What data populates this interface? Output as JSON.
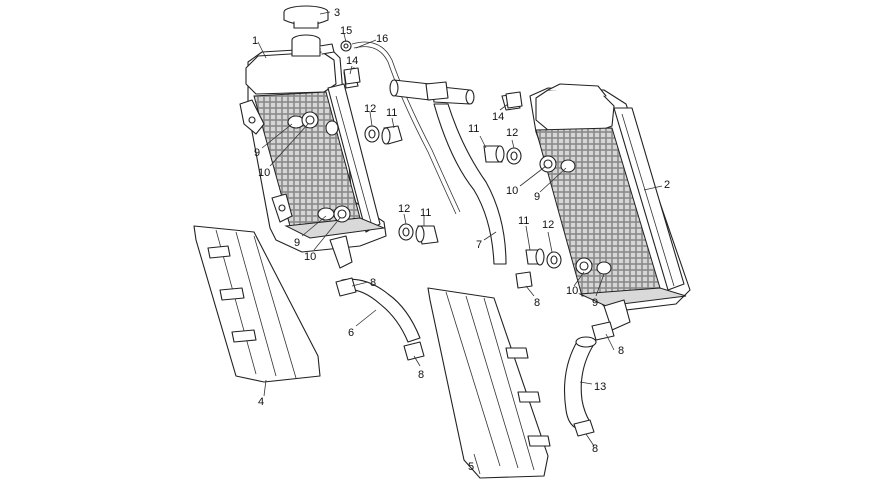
{
  "callouts": [
    {
      "id": "c1",
      "label": "1"
    },
    {
      "id": "c2",
      "label": "2"
    },
    {
      "id": "c3",
      "label": "3"
    },
    {
      "id": "c4",
      "label": "4"
    },
    {
      "id": "c5",
      "label": "5"
    },
    {
      "id": "c6",
      "label": "6"
    },
    {
      "id": "c7",
      "label": "7"
    },
    {
      "id": "c8a",
      "label": "8"
    },
    {
      "id": "c8b",
      "label": "8"
    },
    {
      "id": "c8c",
      "label": "8"
    },
    {
      "id": "c8d",
      "label": "8"
    },
    {
      "id": "c8e",
      "label": "8"
    },
    {
      "id": "c9a",
      "label": "9"
    },
    {
      "id": "c9b",
      "label": "9"
    },
    {
      "id": "c9c",
      "label": "9"
    },
    {
      "id": "c9d",
      "label": "9"
    },
    {
      "id": "c10a",
      "label": "10"
    },
    {
      "id": "c10b",
      "label": "10"
    },
    {
      "id": "c10c",
      "label": "10"
    },
    {
      "id": "c10d",
      "label": "10"
    },
    {
      "id": "c11a",
      "label": "11"
    },
    {
      "id": "c11b",
      "label": "11"
    },
    {
      "id": "c11c",
      "label": "11"
    },
    {
      "id": "c11d",
      "label": "11"
    },
    {
      "id": "c12a",
      "label": "12"
    },
    {
      "id": "c12b",
      "label": "12"
    },
    {
      "id": "c12c",
      "label": "12"
    },
    {
      "id": "c12d",
      "label": "12"
    },
    {
      "id": "c13",
      "label": "13"
    },
    {
      "id": "c14a",
      "label": "14"
    },
    {
      "id": "c14b",
      "label": "14"
    },
    {
      "id": "c15",
      "label": "15"
    },
    {
      "id": "c16",
      "label": "16"
    }
  ]
}
